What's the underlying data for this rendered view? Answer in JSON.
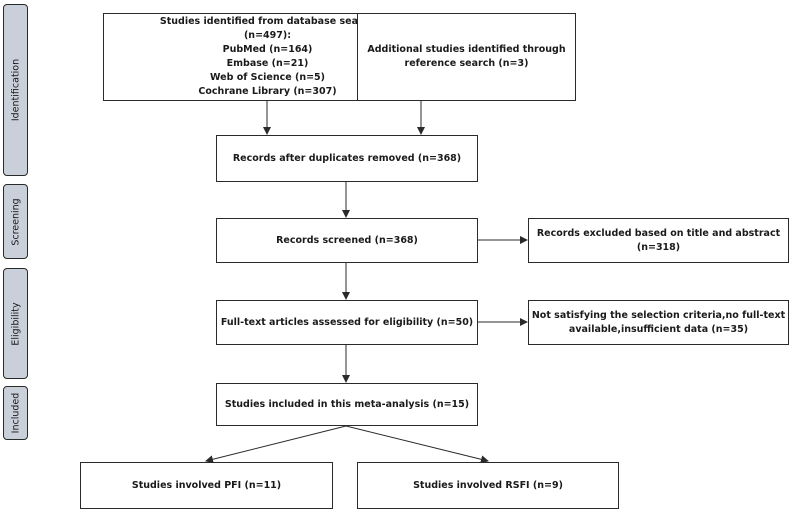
{
  "stages": {
    "identification": "Identification",
    "screening": "Screening",
    "eligibility": "Eligibility",
    "included": "Included"
  },
  "boxes": {
    "database_search": [
      "Studies identified from database search",
      "(n=497):",
      "PubMed (n=164)",
      "Embase (n=21)",
      "Web of Science (n=5)",
      "Cochrane Library (n=307)"
    ],
    "reference_search": [
      "Additional studies identified through",
      "reference search (n=3)"
    ],
    "duplicates_removed": "Records after duplicates removed (n=368)",
    "records_screened": "Records screened (n=368)",
    "records_excluded": "Records excluded based on title and abstract (n=318)",
    "full_text_assessed": "Full-text articles assessed for eligibility (n=50)",
    "full_text_excluded": [
      "Not satisfying the selection criteria,no full-text",
      "available,insufficient data (n=35)"
    ],
    "included": "Studies included in this meta-analysis (n=15)",
    "pfi": "Studies involved PFI (n=11)",
    "rsfi": "Studies involved RSFI (n=9)"
  }
}
